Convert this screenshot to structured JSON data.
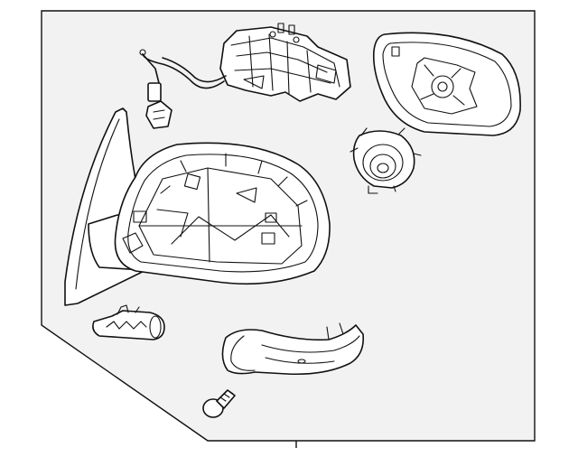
{
  "diagram": {
    "background_panel_color": "#f2f2f2",
    "line_color": "#111111",
    "parts": [
      "mirror-housing",
      "power-actuator",
      "harness-connector",
      "mirror-glass",
      "actuator-motor",
      "mirror-base-cover",
      "turn-signal-lamp",
      "mounting-screw"
    ]
  }
}
